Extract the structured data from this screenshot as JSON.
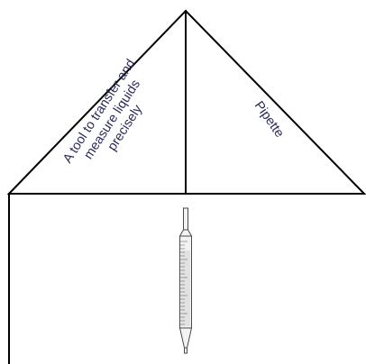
{
  "foldable": {
    "left_flap_text_lines": [
      "A tool to transfer and",
      "measure liquids",
      "precisely"
    ],
    "right_flap_text": "Pipette",
    "text_color": "#2a2a5a",
    "line_color": "#000000"
  },
  "illustration": {
    "icon": "graduated-pipette-icon"
  }
}
